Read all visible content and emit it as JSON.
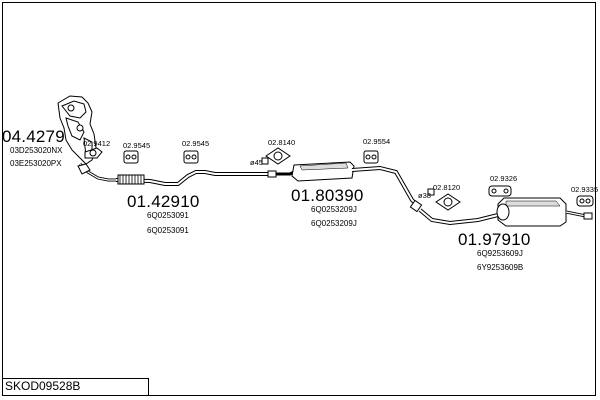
{
  "diagram_code": "SKOD09528B",
  "parts": {
    "front_pipe": {
      "number": "04.4279",
      "refs": [
        "03D253020NX",
        "03E253020PX"
      ]
    },
    "centre_pipe": {
      "number": "01.42910",
      "refs": [
        "6Q0253091",
        "6Q0253091"
      ]
    },
    "middle_silencer": {
      "number": "01.80390",
      "refs": [
        "6Q0253209J",
        "6Q0253209J"
      ]
    },
    "rear_silencer": {
      "number": "01.97910",
      "refs": [
        "6Q9253609J",
        "6Y9253609B"
      ]
    }
  },
  "fittings": [
    {
      "id": "f1",
      "number": "02.9412"
    },
    {
      "id": "f2",
      "number": "02.9545"
    },
    {
      "id": "f3",
      "number": "02.9545"
    },
    {
      "id": "f4",
      "number": "02.8140"
    },
    {
      "id": "f5",
      "number": "02.9554"
    },
    {
      "id": "f6",
      "number": "02.8120"
    },
    {
      "id": "f7",
      "number": "02.9326"
    },
    {
      "id": "f8",
      "number": "02.9335"
    }
  ],
  "diameters": {
    "d45": "ø45",
    "d38": "ø38"
  }
}
